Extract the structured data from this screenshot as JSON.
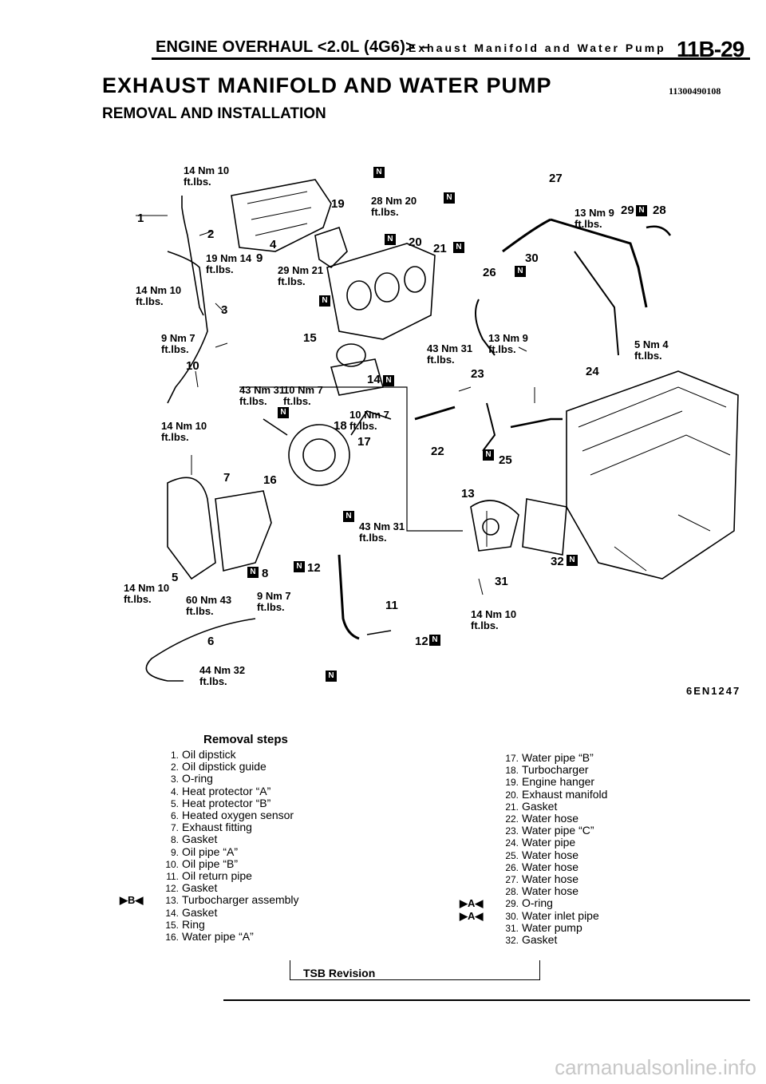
{
  "header": {
    "section": "ENGINE OVERHAUL <2.0L (4G6)> –",
    "subsection": "Exhaust Manifold and Water Pump",
    "page_number": "11B-29"
  },
  "title": "EXHAUST MANIFOLD AND WATER PUMP",
  "document_id": "11300490108",
  "subtitle": "REMOVAL AND INSTALLATION",
  "diagram": {
    "figure_id": "6EN1247",
    "labels": [
      "1",
      "2",
      "3",
      "4",
      "5",
      "6",
      "7",
      "8",
      "9",
      "10",
      "11",
      "12",
      "12",
      "13",
      "14",
      "15",
      "16",
      "17",
      "18",
      "19",
      "20",
      "21",
      "22",
      "23",
      "24",
      "25",
      "26",
      "27",
      "28",
      "29",
      "30",
      "31",
      "32",
      "14 Nm 10 ft.lbs.",
      "28 Nm 20 ft.lbs.",
      "13 Nm 9 ft.lbs.",
      "19 Nm 14 ft.lbs.",
      "29 Nm 21 ft.lbs.",
      "14 Nm 10 ft.lbs.",
      "9 Nm 7 ft.lbs.",
      "43 Nm 31 ft.lbs.",
      "13 Nm 9 ft.lbs.",
      "5 Nm 4 ft.lbs.",
      "43 Nm 31 ft.lbs.",
      "10 Nm 7 ft.lbs.",
      "10 Nm 7 ft.lbs.",
      "14 Nm 10 ft.lbs.",
      "43 Nm 31 ft.lbs.",
      "14 Nm 10 ft.lbs.",
      "60 Nm 43 ft.lbs.",
      "9 Nm 7 ft.lbs.",
      "14 Nm 10 ft.lbs.",
      "44 Nm 32 ft.lbs."
    ]
  },
  "removal_steps": {
    "heading": "Removal steps",
    "left": [
      {
        "num": "1.",
        "text": "Oil dipstick",
        "mark": ""
      },
      {
        "num": "2.",
        "text": "Oil dipstick guide",
        "mark": ""
      },
      {
        "num": "3.",
        "text": "O-ring",
        "mark": ""
      },
      {
        "num": "4.",
        "text": "Heat protector “A”",
        "mark": ""
      },
      {
        "num": "5.",
        "text": "Heat protector “B”",
        "mark": ""
      },
      {
        "num": "6.",
        "text": "Heated oxygen sensor",
        "mark": ""
      },
      {
        "num": "7.",
        "text": "Exhaust fitting",
        "mark": ""
      },
      {
        "num": "8.",
        "text": "Gasket",
        "mark": ""
      },
      {
        "num": "9.",
        "text": "Oil pipe “A”",
        "mark": ""
      },
      {
        "num": "10.",
        "text": "Oil pipe “B”",
        "mark": ""
      },
      {
        "num": "11.",
        "text": "Oil return pipe",
        "mark": ""
      },
      {
        "num": "12.",
        "text": "Gasket",
        "mark": ""
      },
      {
        "num": "13.",
        "text": "Turbocharger assembly",
        "mark": "▶B◀"
      },
      {
        "num": "14.",
        "text": "Gasket",
        "mark": ""
      },
      {
        "num": "15.",
        "text": "Ring",
        "mark": ""
      },
      {
        "num": "16.",
        "text": "Water pipe “A”",
        "mark": ""
      }
    ],
    "right": [
      {
        "num": "17.",
        "text": "Water pipe “B”",
        "mark": ""
      },
      {
        "num": "18.",
        "text": "Turbocharger",
        "mark": ""
      },
      {
        "num": "19.",
        "text": "Engine hanger",
        "mark": ""
      },
      {
        "num": "20.",
        "text": "Exhaust manifold",
        "mark": ""
      },
      {
        "num": "21.",
        "text": "Gasket",
        "mark": ""
      },
      {
        "num": "22.",
        "text": "Water hose",
        "mark": ""
      },
      {
        "num": "23.",
        "text": "Water pipe “C”",
        "mark": ""
      },
      {
        "num": "24.",
        "text": "Water pipe",
        "mark": ""
      },
      {
        "num": "25.",
        "text": "Water hose",
        "mark": ""
      },
      {
        "num": "26.",
        "text": "Water hose",
        "mark": ""
      },
      {
        "num": "27.",
        "text": "Water hose",
        "mark": ""
      },
      {
        "num": "28.",
        "text": "Water hose",
        "mark": ""
      },
      {
        "num": "29.",
        "text": "O-ring",
        "mark": "▶A◀"
      },
      {
        "num": "30.",
        "text": "Water inlet pipe",
        "mark": "▶A◀"
      },
      {
        "num": "31.",
        "text": "Water pump",
        "mark": ""
      },
      {
        "num": "32.",
        "text": "Gasket",
        "mark": ""
      }
    ]
  },
  "footer": {
    "tsb_label": "TSB Revision",
    "watermark": "carmanualsonline.info"
  }
}
